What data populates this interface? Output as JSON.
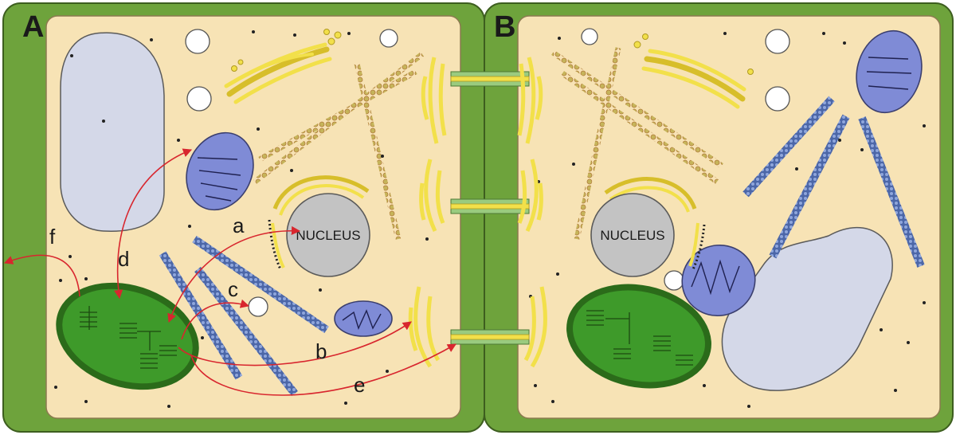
{
  "panels": [
    {
      "letter": "A",
      "nucleus_label": "NUCLEUS"
    },
    {
      "letter": "B",
      "nucleus_label": "NUCLEUS"
    }
  ],
  "arrow_labels": {
    "a": "a",
    "b": "b",
    "c": "c",
    "d": "d",
    "e": "e",
    "f": "f"
  },
  "colors": {
    "cell_wall": "#6ea33c",
    "wall_outline": "#3d5e1f",
    "cytoplasm": "#f7e3b5",
    "vacuole": "#d4d8e8",
    "chloroplast": "#3e9a2a",
    "chloroplast_border": "#2b6b1a",
    "mitochondrion": "#7f8bd6",
    "nucleus": "#c3c3c3",
    "golgi": "#f2e04a",
    "plasmodesma": "#9acb7f",
    "microtubule": "#5b78b8",
    "arrow": "#d8262e"
  }
}
